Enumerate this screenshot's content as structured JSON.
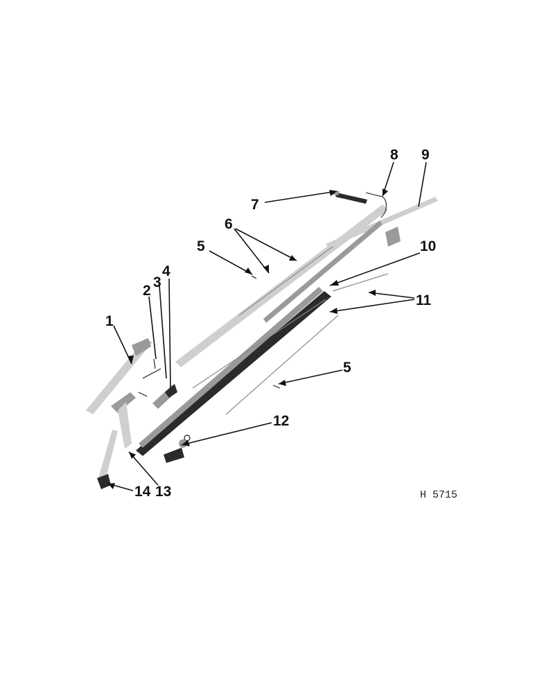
{
  "callouts": {
    "c1": "1",
    "c2": "2",
    "c3": "3",
    "c4": "4",
    "c5a": "5",
    "c5b": "5",
    "c6": "6",
    "c7": "7",
    "c8": "8",
    "c9": "9",
    "c10": "10",
    "c11": "11",
    "c12": "12",
    "c13": "13",
    "c14": "14"
  },
  "figure_code": "H 5715"
}
